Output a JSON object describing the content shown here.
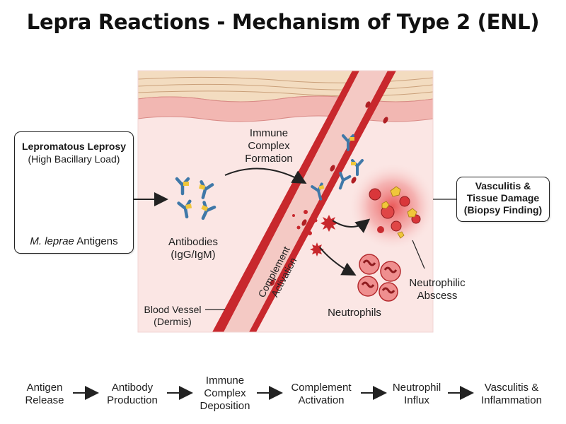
{
  "title": "Lepra Reactions - Mechanism of Type 2 (ENL)",
  "left_box": {
    "heading": "Lepromatous Leprosy",
    "subheading": "(High Bacillary Load)",
    "antigen_prefix": "M. leprae",
    "antigen_suffix": " Antigens"
  },
  "labels": {
    "antibodies_line1": "Antibodies",
    "antibodies_line2": "(IgG/IgM)",
    "immune_complex_line1": "Immune",
    "immune_complex_line2": "Complex",
    "immune_complex_line3": "Formation",
    "blood_vessel_line1": "Blood Vessel",
    "blood_vessel_line2": "(Dermis)",
    "complement_line1": "Complement",
    "complement_line2": "Activation",
    "neutrophils": "Neutrophils",
    "abscess_line1": "Neutrophilic",
    "abscess_line2": "Abscess"
  },
  "right_box": {
    "line1": "Vasculitis &",
    "line2": "Tissue Damage",
    "line3": "(Biopsy Finding)"
  },
  "flow": [
    {
      "line1": "Antigen",
      "line2": "Release",
      "line3": ""
    },
    {
      "line1": "Antibody",
      "line2": "Production",
      "line3": ""
    },
    {
      "line1": "Immune",
      "line2": "Complex",
      "line3": "Deposition"
    },
    {
      "line1": "Complement",
      "line2": "Activation",
      "line3": ""
    },
    {
      "line1": "Neutrophil",
      "line2": "Influx",
      "line3": ""
    },
    {
      "line1": "Vasculitis &",
      "line2": "Inflammation",
      "line3": ""
    }
  ],
  "colors": {
    "vessel_wall": "#c8282d",
    "vessel_lumen": "#f4c9c4",
    "tissue": "#fbe4e2",
    "antibody_blue": "#3f78a8",
    "antigen_yellow": "#f0c63a"
  }
}
